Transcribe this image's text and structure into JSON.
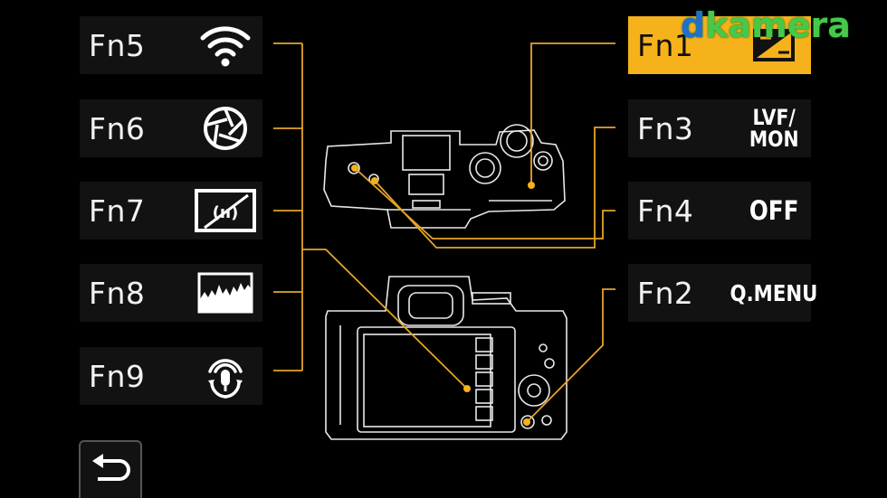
{
  "left_buttons": [
    {
      "label": "Fn5",
      "icon": "wifi-icon"
    },
    {
      "label": "Fn6",
      "icon": "aperture-icon"
    },
    {
      "label": "Fn7",
      "icon": "silent-mode-icon"
    },
    {
      "label": "Fn8",
      "icon": "histogram-icon"
    },
    {
      "label": "Fn9",
      "icon": "mic-level-icon"
    }
  ],
  "right_buttons": [
    {
      "label": "Fn1",
      "icon": "exposure-comp-icon",
      "selected": true
    },
    {
      "label": "Fn3",
      "icon_text": "LVF/\nMON"
    },
    {
      "label": "Fn4",
      "icon_text": "OFF"
    },
    {
      "label": "Fn2",
      "icon_text": "Q.MENU"
    }
  ],
  "watermark": {
    "d": "d",
    "rest": "kamera"
  },
  "colors": {
    "accent": "#f5b21a",
    "line": "#e5a52a",
    "panel": "#121212"
  },
  "back_button": {
    "icon": "back-arrow-icon"
  }
}
